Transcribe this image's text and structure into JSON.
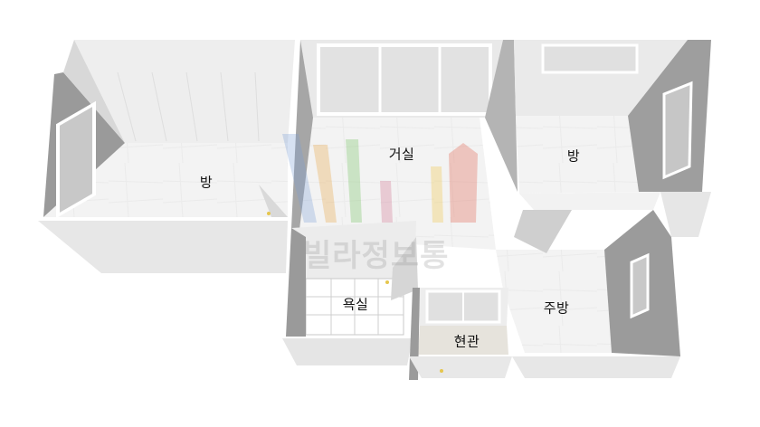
{
  "rooms": {
    "bedroom_left": "방",
    "living_room": "거실",
    "bedroom_right": "방",
    "bathroom": "욕실",
    "kitchen": "주방",
    "entrance": "현관"
  },
  "watermark": {
    "text": "빌라정보통"
  },
  "colors": {
    "floor": "#f4f4f4",
    "wall_light": "#eaeaea",
    "wall_mid": "#d2d2d2",
    "wall_dark": "#9c9c9c",
    "wall_top": "#ffffff"
  }
}
